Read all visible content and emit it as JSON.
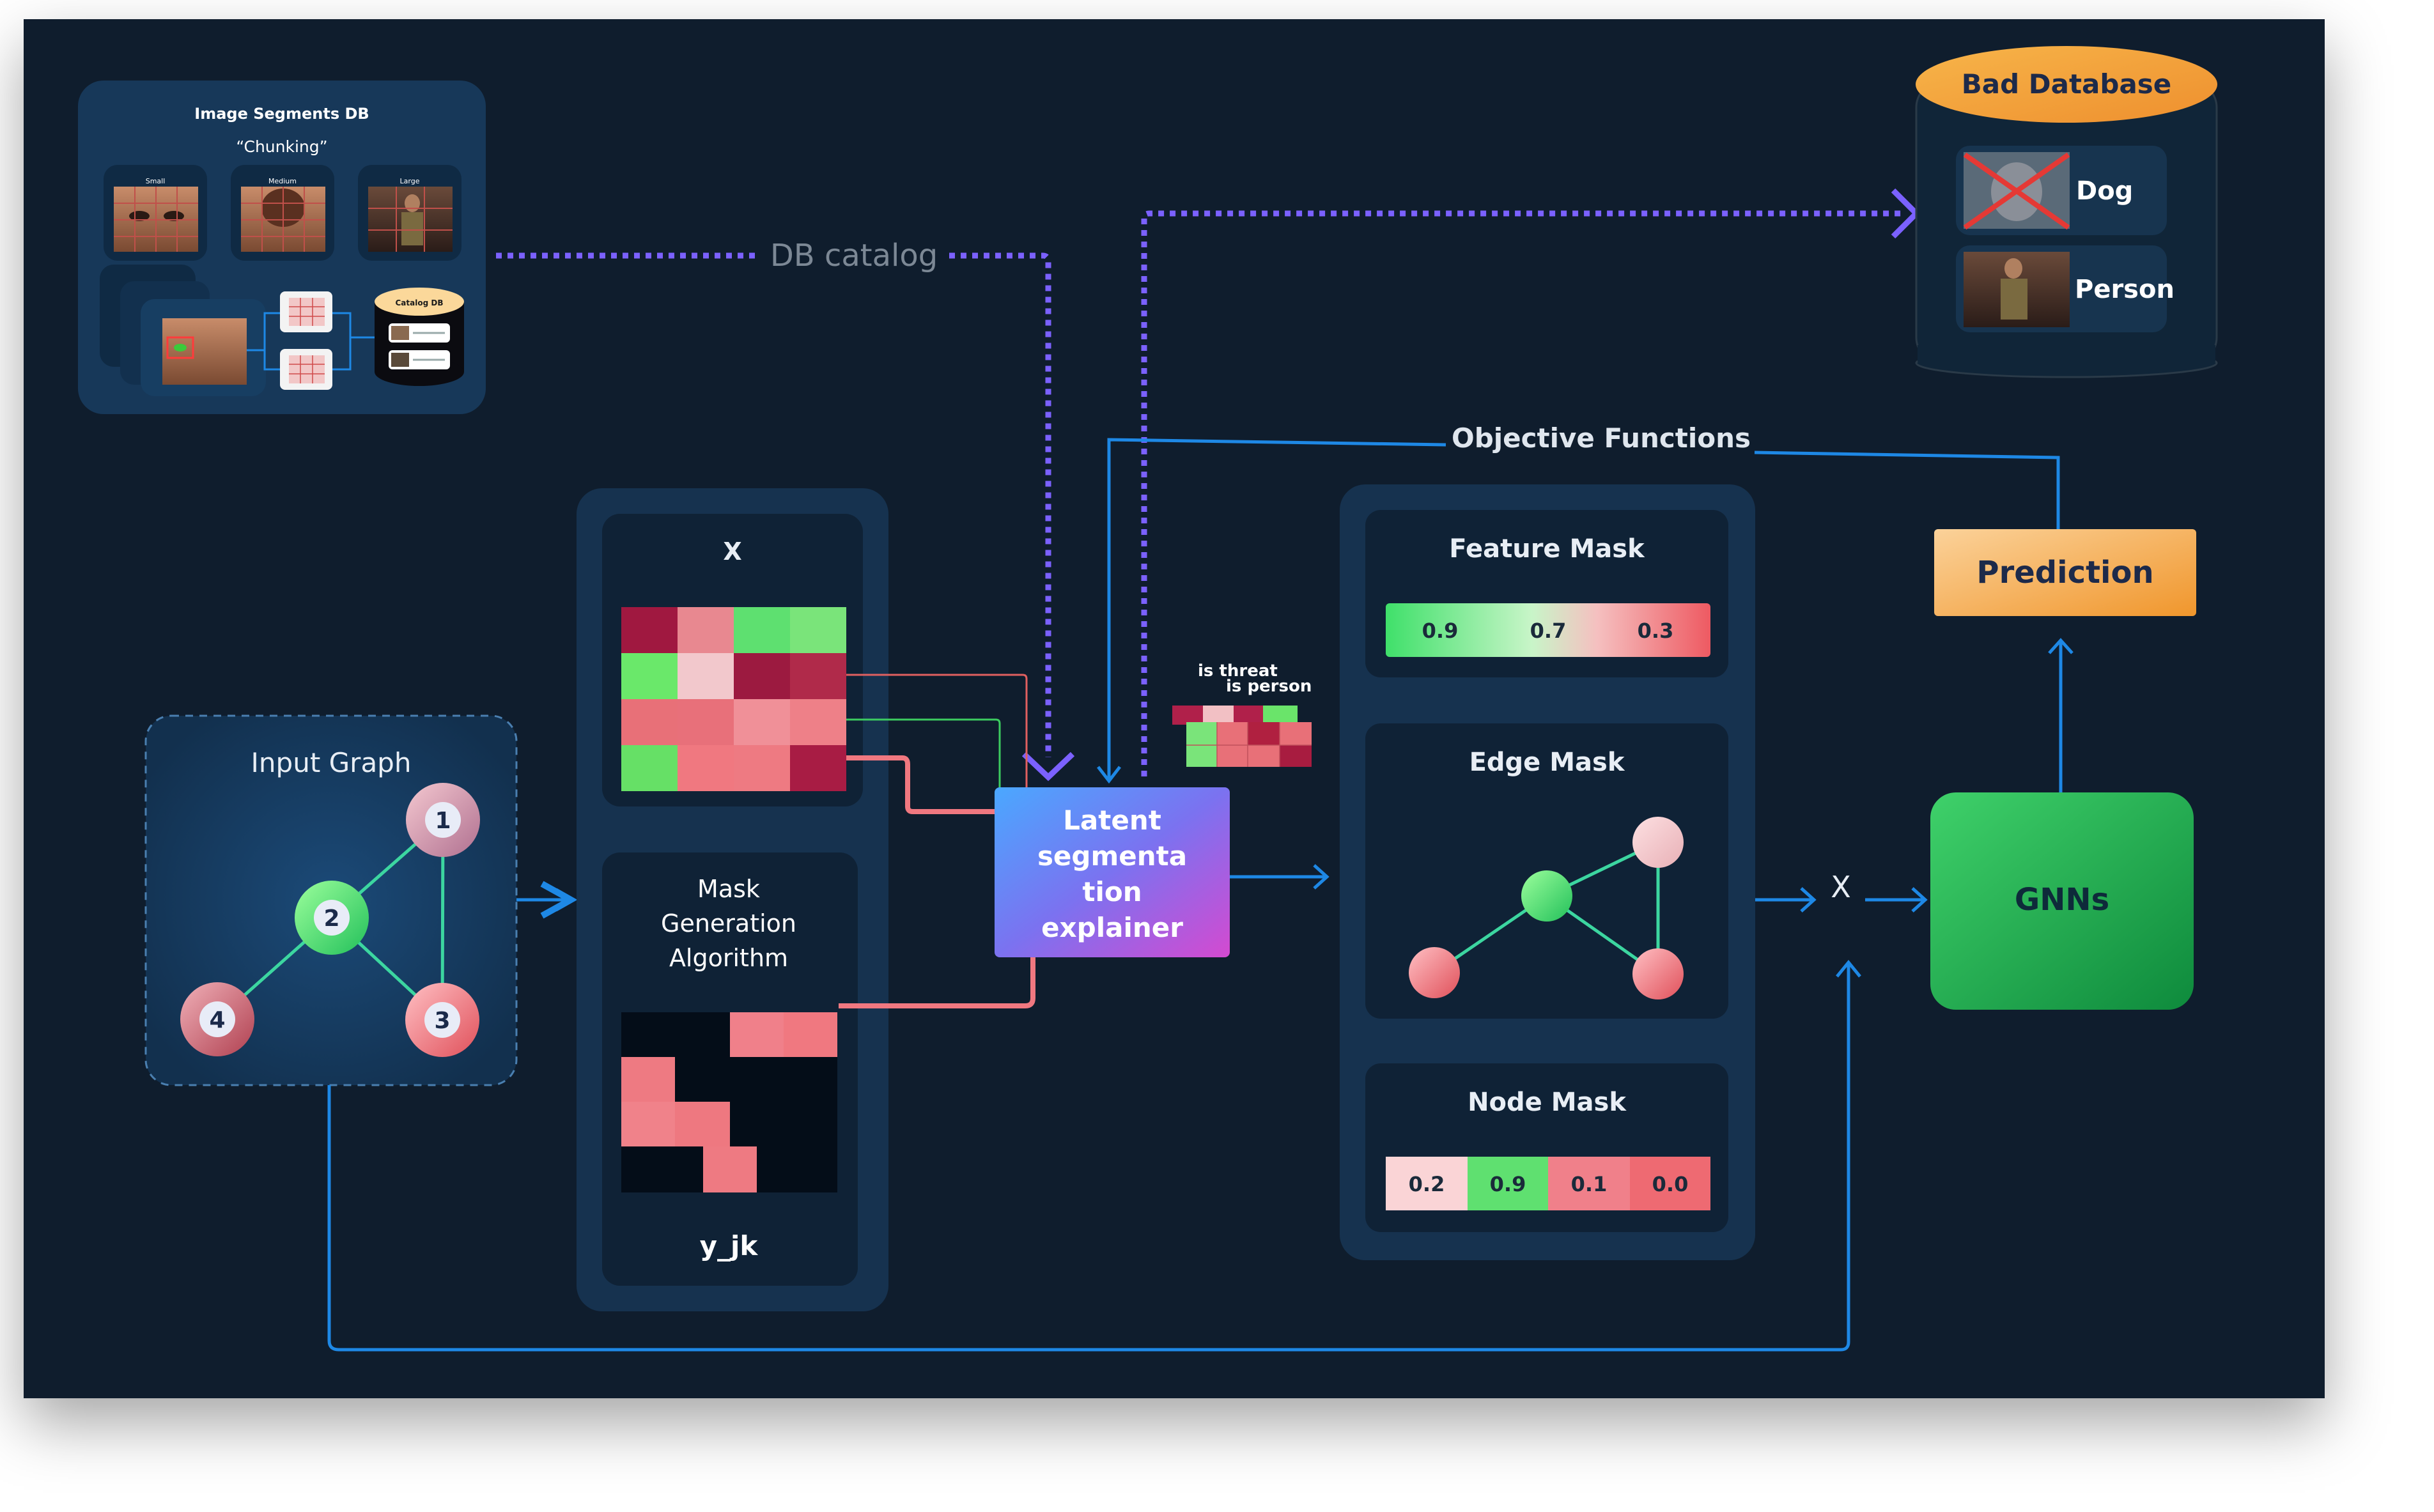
{
  "image_db": {
    "title": "Image Segments DB",
    "subtitle": "“Chunking”",
    "thumbs": [
      "Small",
      "Medium",
      "Large"
    ],
    "catalog_label": "Catalog DB"
  },
  "db_catalog_label": "DB catalog",
  "bad_database": {
    "title": "Bad Database",
    "items": [
      "Dog",
      "Person"
    ]
  },
  "objective_label": "Objective Functions",
  "input_graph": {
    "title": "Input Graph",
    "nodes": [
      "1",
      "2",
      "3",
      "4"
    ]
  },
  "x_panel": {
    "title": "X"
  },
  "mask_gen": {
    "title_lines": [
      "Mask",
      "Generation",
      "Algorithm"
    ],
    "label": "y_jk"
  },
  "explainer": {
    "lines": [
      "Latent",
      "segmenta",
      "tion",
      "explainer"
    ]
  },
  "threat": {
    "line1": "is threat",
    "line2": "is person"
  },
  "feature_mask": {
    "title": "Feature Mask",
    "values": [
      "0.9",
      "0.7",
      "0.3"
    ]
  },
  "edge_mask": {
    "title": "Edge Mask"
  },
  "node_mask": {
    "title": "Node Mask",
    "values": [
      "0.2",
      "0.9",
      "0.1",
      "0.0"
    ]
  },
  "multiply_symbol": "X",
  "gnns_label": "GNNs",
  "prediction_label": "Prediction",
  "colors": {
    "background": "#0f1d2d",
    "arrow_blue": "#1e88e5",
    "dotted_purple": "#7b61ff",
    "green": "#2fd06a",
    "pink": "#f07a80",
    "orange": "#f0a030"
  }
}
